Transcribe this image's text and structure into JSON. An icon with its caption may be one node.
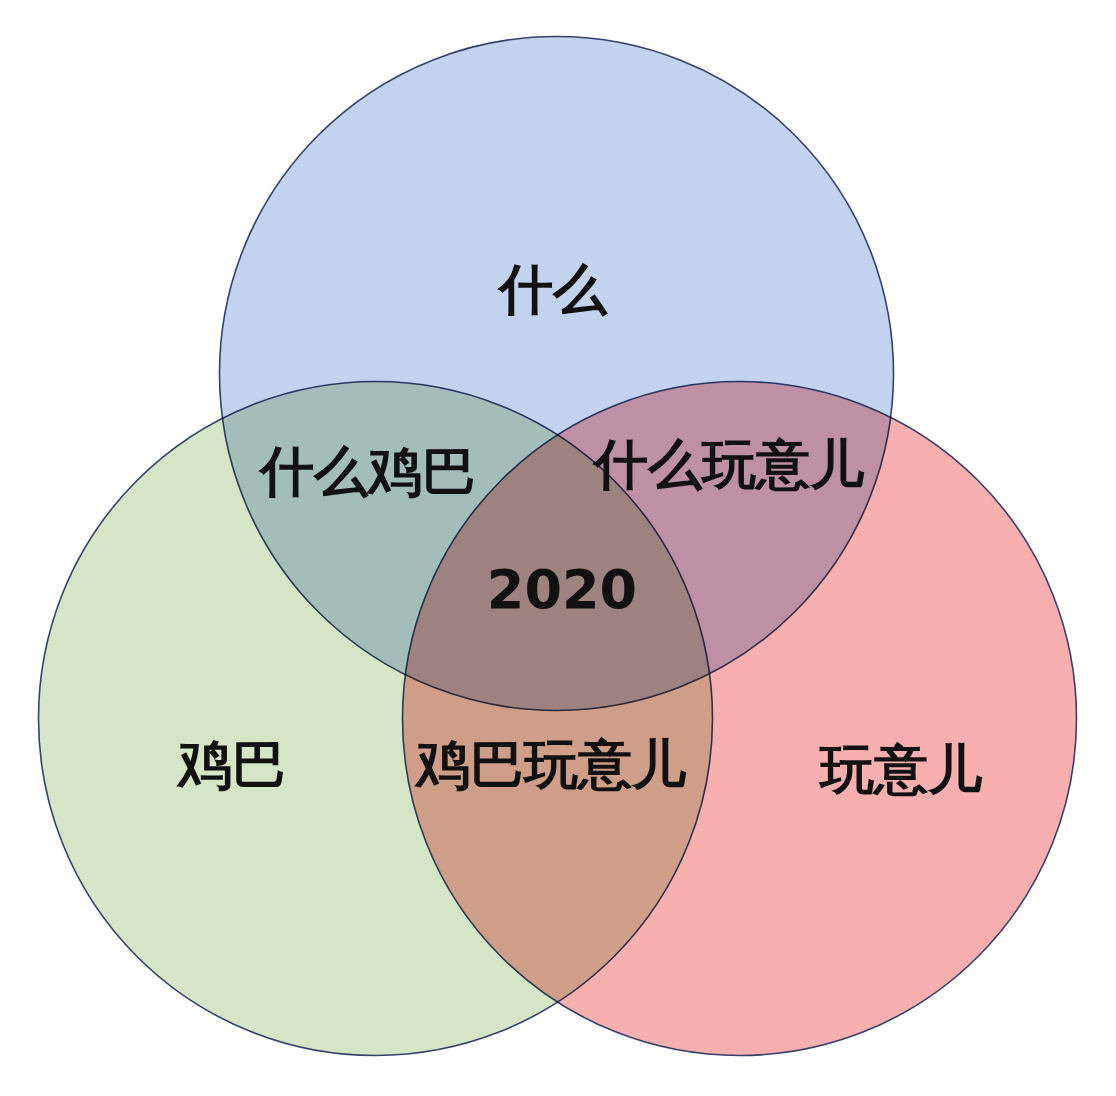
{
  "diagram": {
    "nodes": [
      {
        "text": [
          "什么"
        ]
      },
      {
        "text": [
          "鸡巴"
        ]
      },
      {
        "text": [
          "玩意儿"
        ]
      }
    ],
    "labels": [
      "什么鸡巴",
      "什么玩意儿",
      "2020",
      "鸡巴玩意儿"
    ]
  }
}
